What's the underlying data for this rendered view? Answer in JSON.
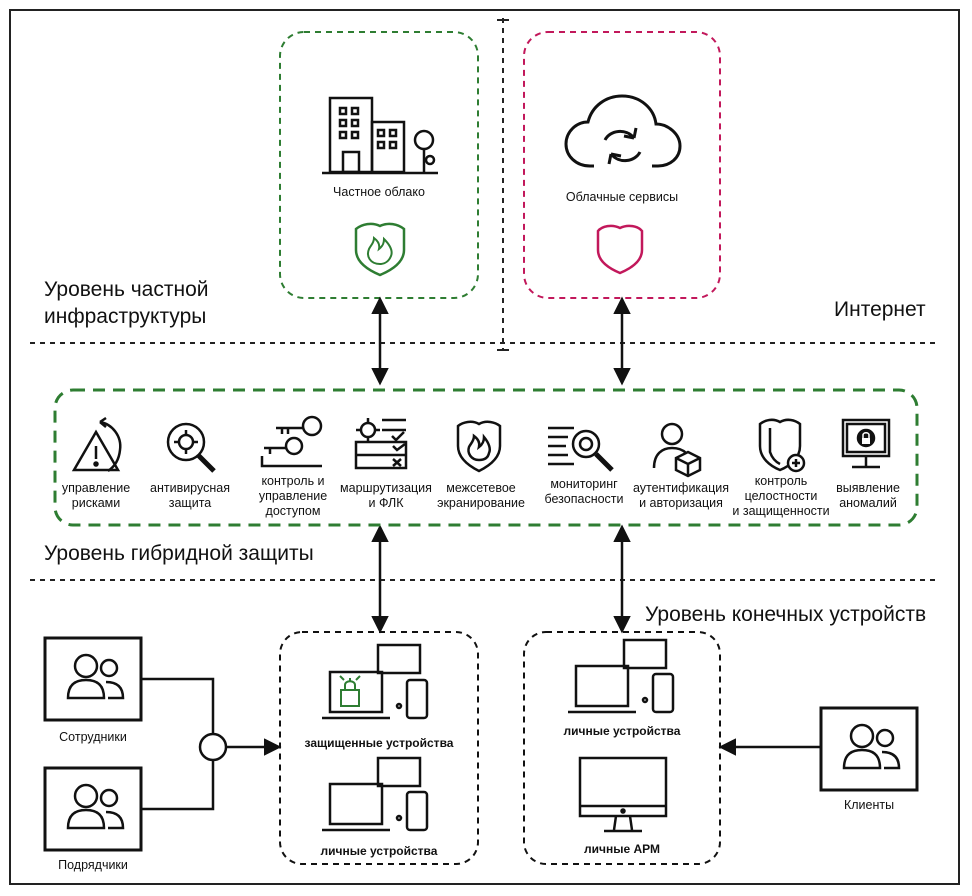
{
  "levels": {
    "private_infra": "Уровень частной\nинфраструктуры",
    "internet": "Интернет",
    "hybrid": "Уровень гибридной защиты",
    "endpoint": "Уровень конечных устройств"
  },
  "clouds": {
    "private": "Частное облако",
    "services": "Облачные сервисы"
  },
  "services": [
    {
      "label": "управление\nрисками",
      "icon": "risk-management-icon"
    },
    {
      "label": "антивирусная\nзащита",
      "icon": "antivirus-icon"
    },
    {
      "label": "контроль и\nуправление\nдоступом",
      "icon": "access-control-icon"
    },
    {
      "label": "маршрутизация\nи ФЛК",
      "icon": "routing-checklist-icon"
    },
    {
      "label": "межсетевое\nэкранирование",
      "icon": "firewall-shield-icon"
    },
    {
      "label": "мониторинг\nбезопасности",
      "icon": "monitoring-icon"
    },
    {
      "label": "аутентификация\nи авторизация",
      "icon": "user-auth-icon"
    },
    {
      "label": "контроль\nцелостности\nи защищенности",
      "icon": "integrity-shield-icon"
    },
    {
      "label": "выявление\nаномалий",
      "icon": "anomaly-monitor-icon"
    }
  ],
  "people": {
    "employees": "Сотрудники",
    "contractors": "Подрядчики",
    "clients": "Клиенты"
  },
  "devices": {
    "protected": "защищенные устройства",
    "personal_left": "личные устройства",
    "personal_right": "личные устройства",
    "workstations": "личные АРМ"
  },
  "colors": {
    "green": "#2e7d32",
    "pink": "#c2185b",
    "dark": "#111111"
  }
}
